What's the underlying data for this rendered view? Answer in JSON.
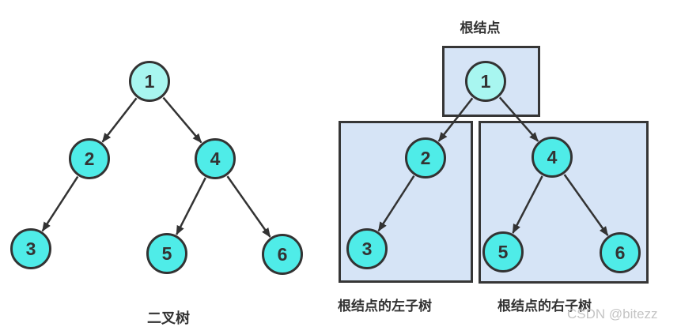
{
  "diagram_title": "binary tree decomposition",
  "left_tree": {
    "caption": "二叉树",
    "node_values": [
      "1",
      "2",
      "4",
      "3",
      "5",
      "6"
    ],
    "edges": [
      "1→2",
      "1→4",
      "2→3",
      "4→5",
      "4→6"
    ]
  },
  "right_tree": {
    "root_label": "根结点",
    "left_subtree_label": "根结点的左子树",
    "right_subtree_label": "根结点的右子树",
    "node_values": [
      "1",
      "2",
      "4",
      "3",
      "5",
      "6"
    ],
    "edges": [
      "1→2",
      "1→4",
      "2→3",
      "4→5",
      "4→6"
    ]
  },
  "watermark": "CSDN @bitezz",
  "colors": {
    "node_fill": "#4fece8",
    "root_node_fill": "#a8f6f0",
    "subtree_box_fill": "#d6e4f6",
    "stroke": "#333333",
    "label_text": "#333333",
    "watermark_text": "#c4c4c4",
    "background": "#ffffff"
  }
}
